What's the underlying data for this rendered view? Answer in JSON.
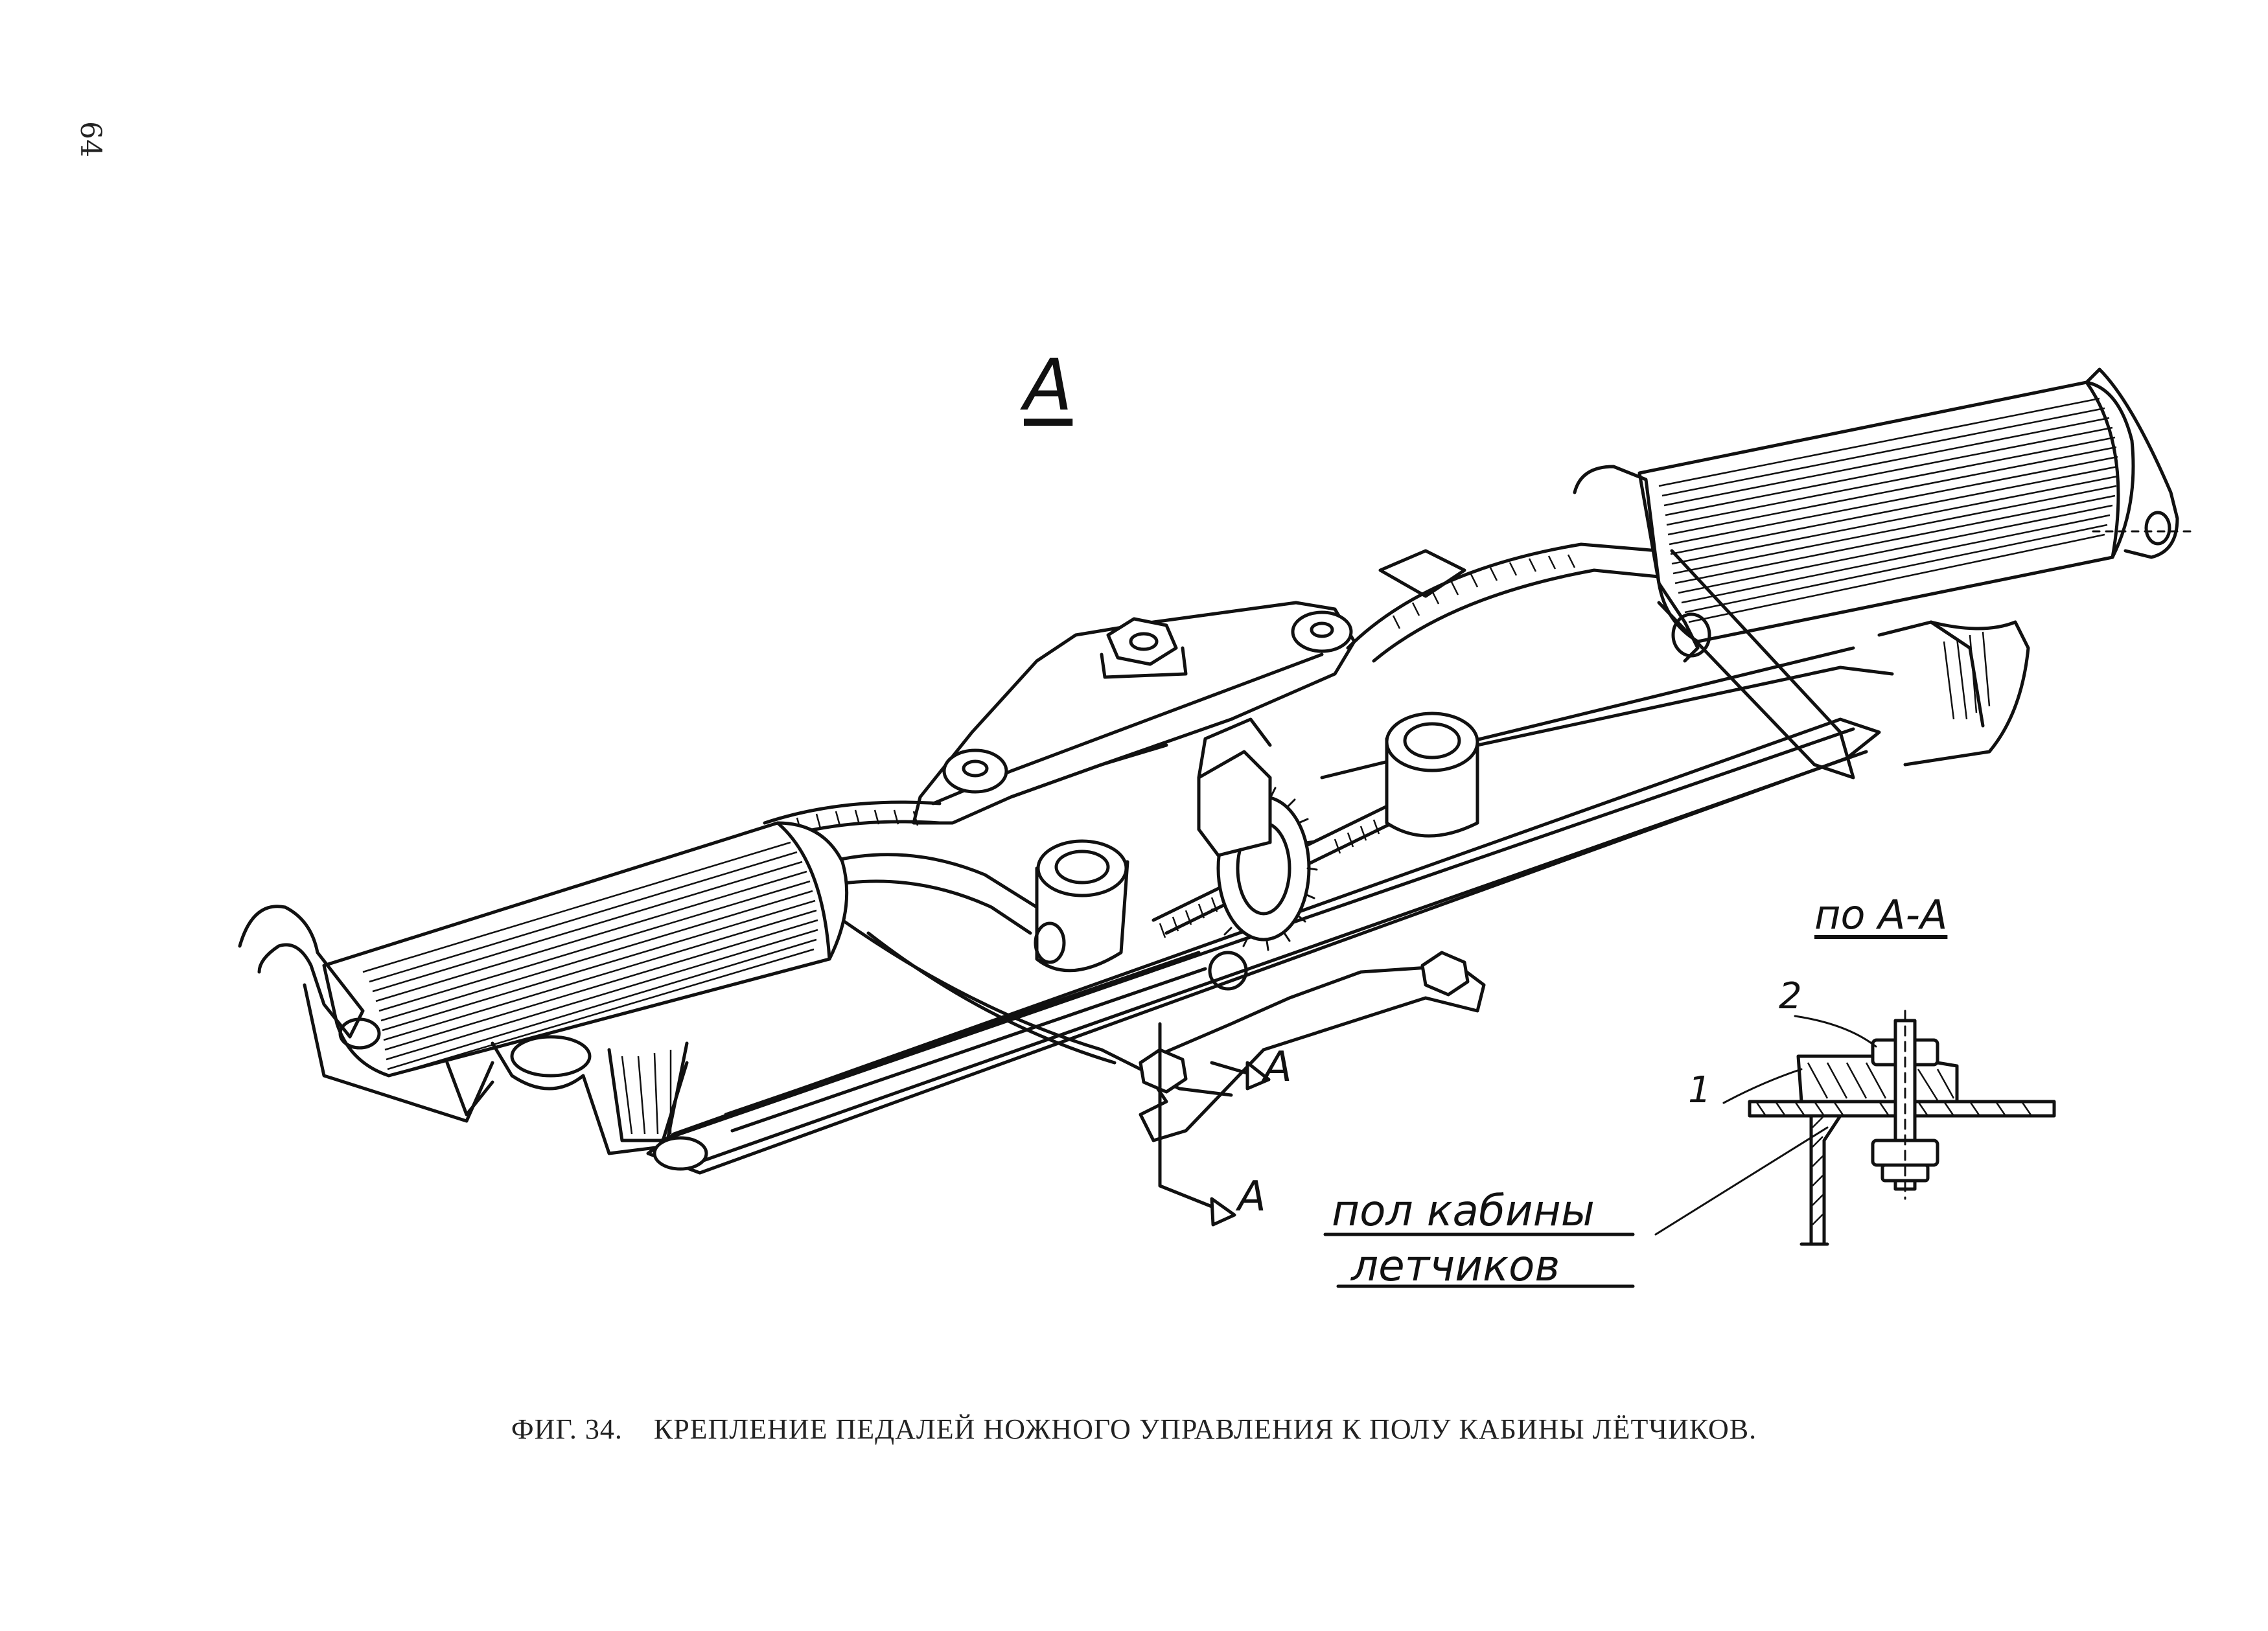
{
  "page": {
    "number": "64",
    "view_label": "А",
    "caption": {
      "figure": "ФИГ. 34.",
      "text": "КРЕПЛЕНИЕ ПЕДАЛЕЙ НОЖНОГО УПРАВЛЕНИЯ К ПОЛУ КАБИНЫ ЛЁТЧИКОВ."
    }
  },
  "diagram": {
    "section_title": "по А-А",
    "cut_markers": [
      "А",
      "А"
    ],
    "callouts": [
      "1",
      "2"
    ],
    "floor_label_line1": "пол кабины",
    "floor_label_line2": "летчиков"
  },
  "colors": {
    "ink": "#111111",
    "paper": "#ffffff"
  }
}
